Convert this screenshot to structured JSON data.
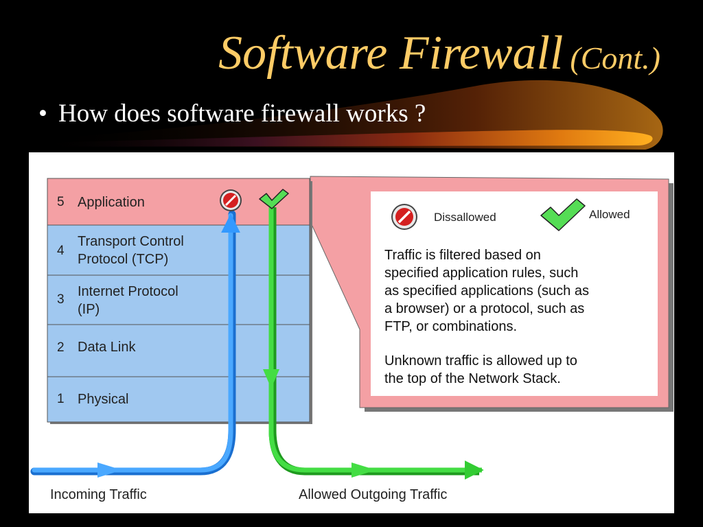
{
  "slide": {
    "title": "Software Firewall",
    "title_suffix": "(Cont.)",
    "bullet": "How does software firewall works ?"
  },
  "diagram": {
    "layers": [
      {
        "num": "5",
        "lines": [
          "Application"
        ]
      },
      {
        "num": "4",
        "lines": [
          "Transport Control",
          "Protocol (TCP)"
        ]
      },
      {
        "num": "3",
        "lines": [
          "Internet Protocol",
          "(IP)"
        ]
      },
      {
        "num": "2",
        "lines": [
          "Data Link"
        ]
      },
      {
        "num": "1",
        "lines": [
          "Physical"
        ]
      }
    ],
    "legend": {
      "disallowed": "Dissallowed",
      "allowed": "Allowed"
    },
    "callout": {
      "para1": [
        "Traffic is filtered based on",
        "specified application rules, such",
        "as specified applications (such as",
        "a browser) or a protocol, such as",
        "FTP, or combinations."
      ],
      "para2": [
        "Unknown traffic is allowed up to",
        "the top of the Network Stack."
      ]
    },
    "labels": {
      "incoming": "Incoming Traffic",
      "outgoing": "Allowed Outgoing Traffic"
    },
    "colors": {
      "application_layer": "#f4a0a4",
      "lower_layers": "#a0c8f0",
      "callout_bg": "#f4a0a4",
      "incoming_arrow": "#3399ff",
      "outgoing_arrow": "#33cc33",
      "title": "#ffcc66"
    }
  }
}
